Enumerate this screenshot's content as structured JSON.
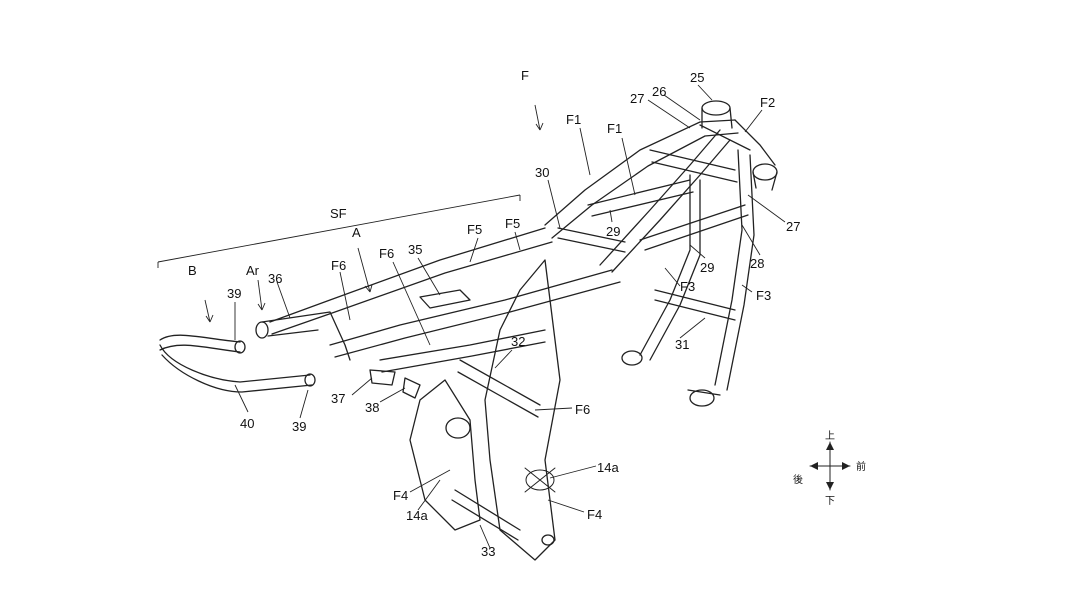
{
  "labels": {
    "F": "F",
    "F1a": "F1",
    "F1b": "F1",
    "F2": "F2",
    "n25": "25",
    "n26": "26",
    "n27a": "27",
    "n27b": "27",
    "n30": "30",
    "n29a": "29",
    "n29b": "29",
    "n28": "28",
    "F3a": "F3",
    "F3b": "F3",
    "n31": "31",
    "SF": "SF",
    "A": "A",
    "F5a": "F5",
    "F5b": "F5",
    "B": "B",
    "Ar": "Ar",
    "F6a": "F6",
    "F6b": "F6",
    "n35": "35",
    "n36": "36",
    "n39a": "39",
    "n39b": "39",
    "n40": "40",
    "n37": "37",
    "n38": "38",
    "n32": "32",
    "F6c": "F6",
    "F4a": "F4",
    "F4b": "F4",
    "n14a1": "14a",
    "n14a2": "14a",
    "n33": "33"
  },
  "compass": {
    "up": "上",
    "down": "下",
    "front": "前",
    "rear": "後"
  }
}
